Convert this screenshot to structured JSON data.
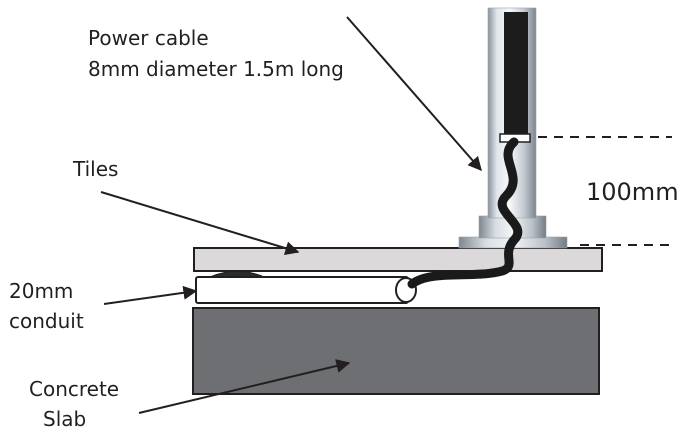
{
  "labels": {
    "power_cable_line1": "Power cable",
    "power_cable_line2": "8mm diameter 1.5m long",
    "tiles": "Tiles",
    "dimension": "100mm",
    "conduit_line1": "20mm",
    "conduit_line2": "conduit",
    "slab_line1": "Concrete",
    "slab_line2": "Slab"
  },
  "colors": {
    "tile_fill": "#dcd9da",
    "slab_fill": "#6d6f72",
    "cable": "#1a1a1a",
    "pole_metal": "#b8c0c8",
    "line": "#231f20"
  }
}
